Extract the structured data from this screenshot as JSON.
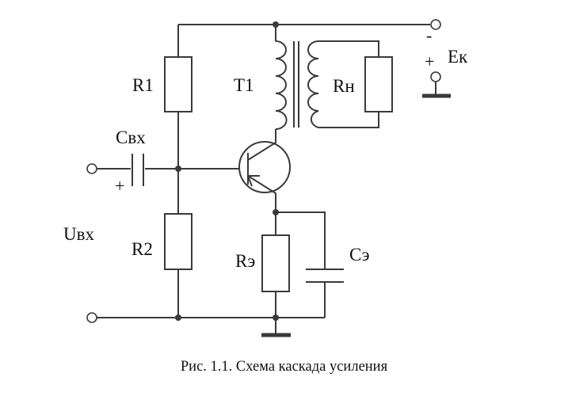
{
  "labels": {
    "r1": "R1",
    "r2": "R2",
    "t1": "T1",
    "rn": "Rн",
    "ek": "Eк",
    "cvx": "Свх",
    "uvx": "Uвх",
    "re": "Rэ",
    "ce": "Сэ",
    "supply_minus": "-",
    "supply_plus": "+",
    "cap_plus": "+"
  },
  "caption": "Рис. 1.1. Схема каскада усиления",
  "colors": {
    "line": "#3a3a3a",
    "text": "#111111",
    "background": "#ffffff"
  }
}
